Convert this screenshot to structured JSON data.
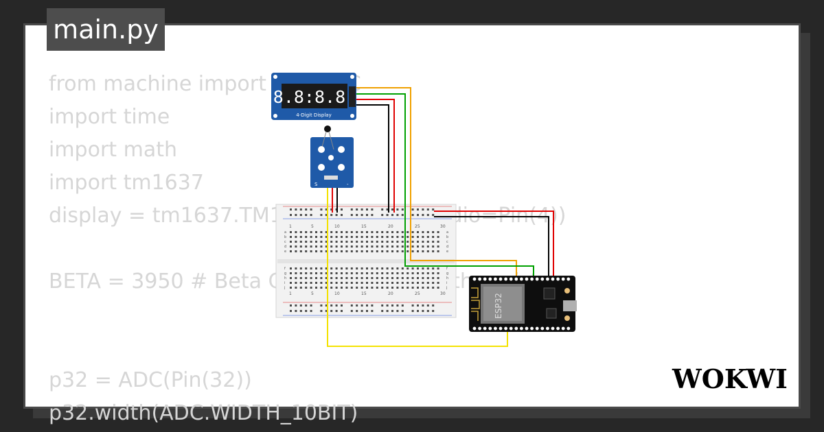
{
  "file_tab": {
    "label": "main.py"
  },
  "code_lines": [
    "from machine import Pin, ADC",
    "import time",
    "import math",
    "import tm1637",
    "display = tm1637.TM1637(clk=Pin(2), dio=Pin(4))",
    "",
    "BETA = 3950 # Beta Coefficient of the thermistor",
    "",
    "",
    "p32 = ADC(Pin(32))",
    "p32.width(ADC.WIDTH_10BIT)"
  ],
  "display_module": {
    "digits": "8.8:8.8.",
    "caption": "4-Digit Display"
  },
  "ntc_module": {
    "pin_s": "S",
    "pin_minus": "-"
  },
  "breadboard": {
    "col_numbers": [
      "1",
      "5",
      "10",
      "15",
      "20",
      "25",
      "30"
    ],
    "row_letters_top": [
      "a",
      "b",
      "c",
      "d",
      "e"
    ],
    "row_letters_bottom": [
      "f",
      "g",
      "h",
      "i",
      "j"
    ]
  },
  "esp32": {
    "chip_label": "ESP32"
  },
  "brand": {
    "logo_text": "WOKWI",
    "logo_color": "#000000"
  },
  "wire_colors": {
    "red": "#e00000",
    "green": "#00a000",
    "orange": "#f0a000",
    "black": "#000000",
    "yellow": "#f4e200"
  }
}
